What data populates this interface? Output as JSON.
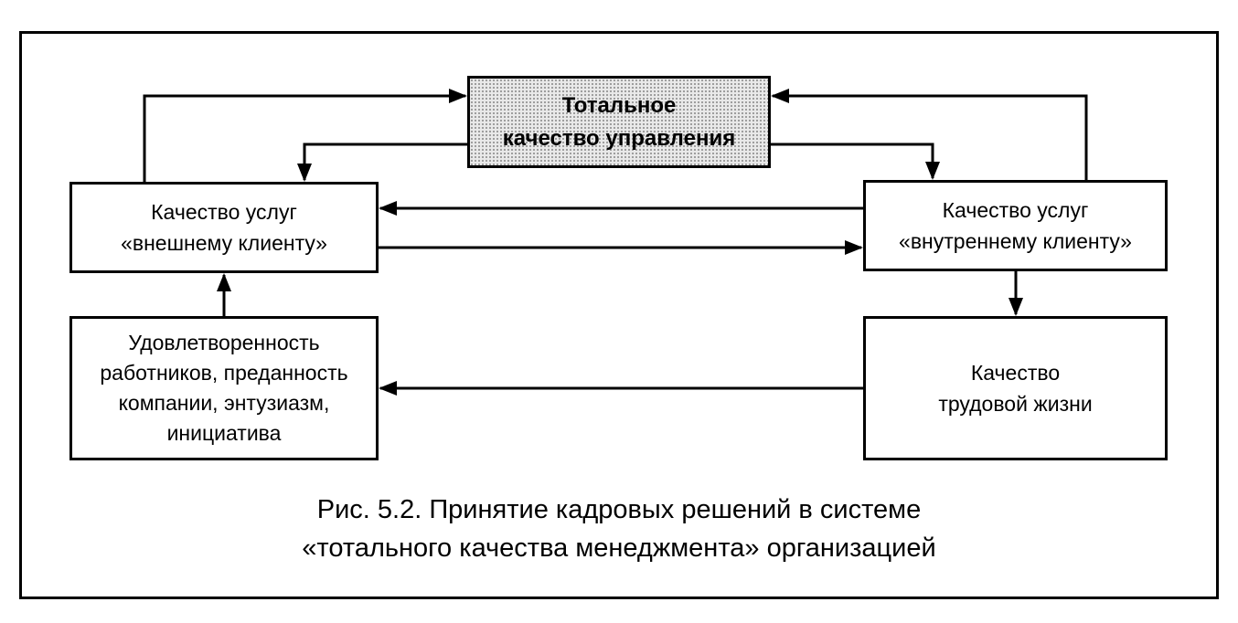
{
  "diagram": {
    "center_node": {
      "lines": [
        "Тотальное",
        "качество управления"
      ]
    },
    "external_node": {
      "lines": [
        "Качество услуг",
        "«внешнему клиенту»"
      ]
    },
    "internal_node": {
      "lines": [
        "Качество услуг",
        "«внутреннему клиенту»"
      ]
    },
    "satisfaction_node": {
      "lines": [
        "Удовлетворенность",
        "работников, преданность",
        "компании, энтузиазм,",
        "инициатива"
      ]
    },
    "work_life_node": {
      "lines": [
        "Качество",
        "трудовой жизни"
      ]
    }
  },
  "caption": {
    "lines": [
      "Рис. 5.2. Принятие кадровых решений в системе",
      "«тотального качества менеджмента» организацией"
    ]
  },
  "colors": {
    "line": "#000000",
    "background": "#ffffff",
    "center_fill": "#e9e9e9"
  }
}
